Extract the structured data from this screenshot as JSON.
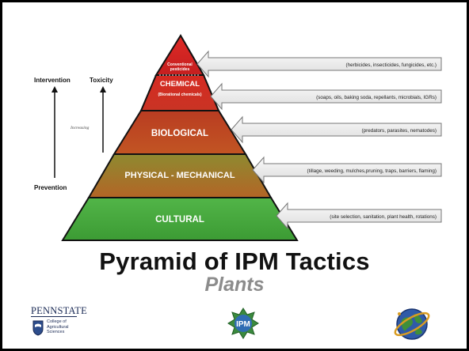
{
  "pyramid": {
    "tiers": [
      {
        "name": "conventional",
        "label": "Conventional pesticides",
        "color": "#c51f1f",
        "arrow_text": "(herbicides, insecticides, fungicides, etc.)"
      },
      {
        "name": "chemical",
        "label": "CHEMICAL",
        "sublabel": "(Biorational chemicals)",
        "color": "#d22f24",
        "arrow_text": "(soaps, oils, baking soda, repellants, microbials, IGRs)"
      },
      {
        "name": "biological",
        "label": "BIOLOGICAL",
        "color": "#c34a1f",
        "arrow_text": "(predators, parasites, nematodes)"
      },
      {
        "name": "physical",
        "label": "PHYSICAL - MECHANICAL",
        "color": "#ad6324",
        "arrow_text": "(tillage, weeding, mulches,pruning, traps, barriers, flaming)"
      },
      {
        "name": "cultural",
        "label": "CULTURAL",
        "color": "#43a93d",
        "arrow_text": "(site selection, sanitation, plant health, rotations)"
      }
    ]
  },
  "axes": {
    "intervention": "Intervention",
    "toxicity": "Toxicity",
    "increasing": "Increasing",
    "prevention": "Prevention"
  },
  "title": "Pyramid of IPM Tactics",
  "subtitle": "Plants",
  "logos": {
    "pennstate_name": "PENNSTATE",
    "pennstate_college": "College of\nAgricultural\nSciences",
    "ipm_text": "IPM"
  }
}
